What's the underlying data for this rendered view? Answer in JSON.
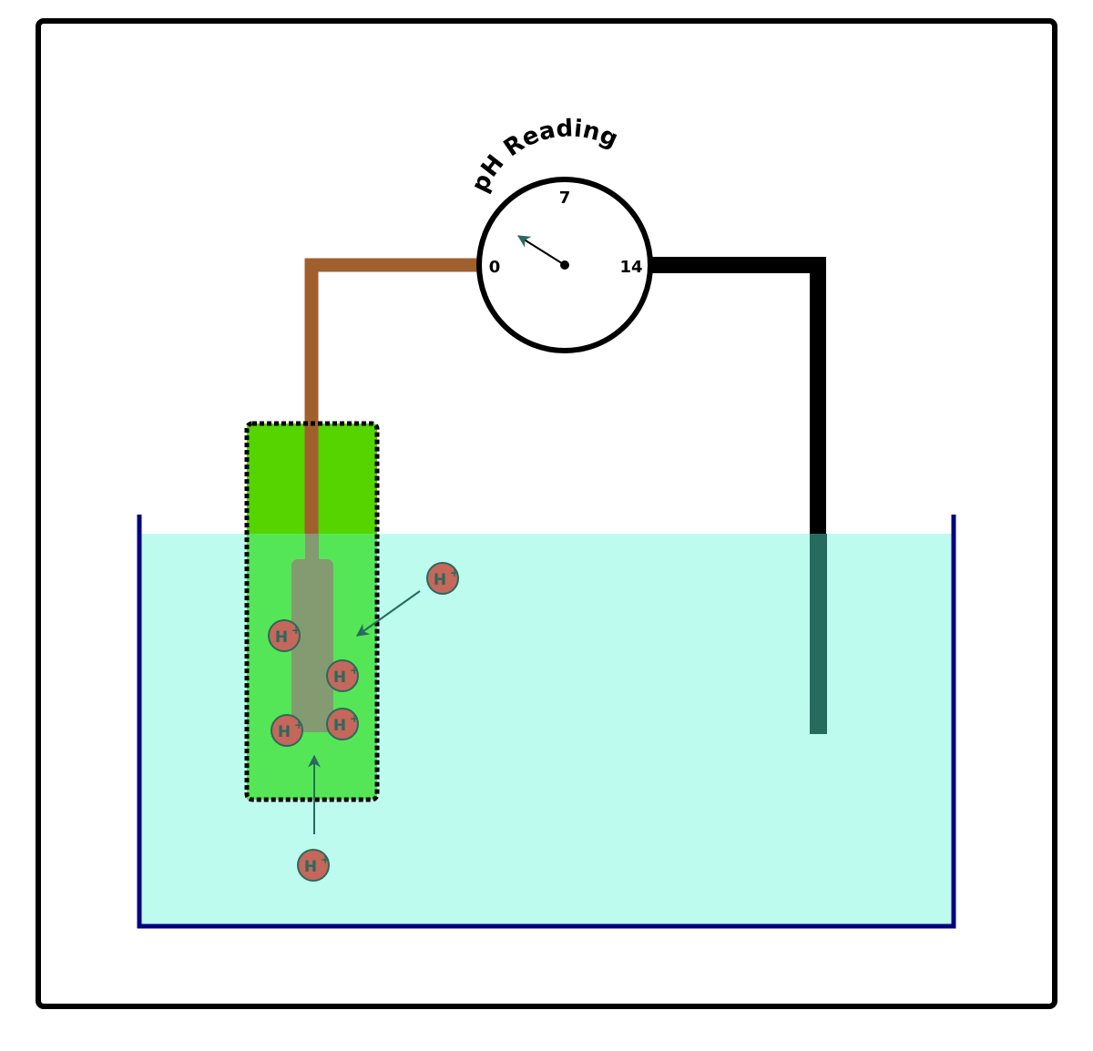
{
  "meter": {
    "title": "pH Reading",
    "scale_min_label": "0",
    "scale_mid_label": "7",
    "scale_max_label": "14",
    "needle_reading": 2.5
  },
  "ions": {
    "label": "H",
    "charge": "+"
  },
  "colors": {
    "frame": "#000000",
    "water": "#b9fbee",
    "beaker": "#000080",
    "membrane": "#55d400",
    "membrane_submerged": "#50e550",
    "probe_wire": "#a0602e",
    "reference_wire": "#000000",
    "reference_submerged": "#266b5e",
    "electrode_core": "#849a70",
    "ion_fill": "#c5675a",
    "ion_stroke": "#2a6a5c",
    "arrow": "#266b5e"
  }
}
